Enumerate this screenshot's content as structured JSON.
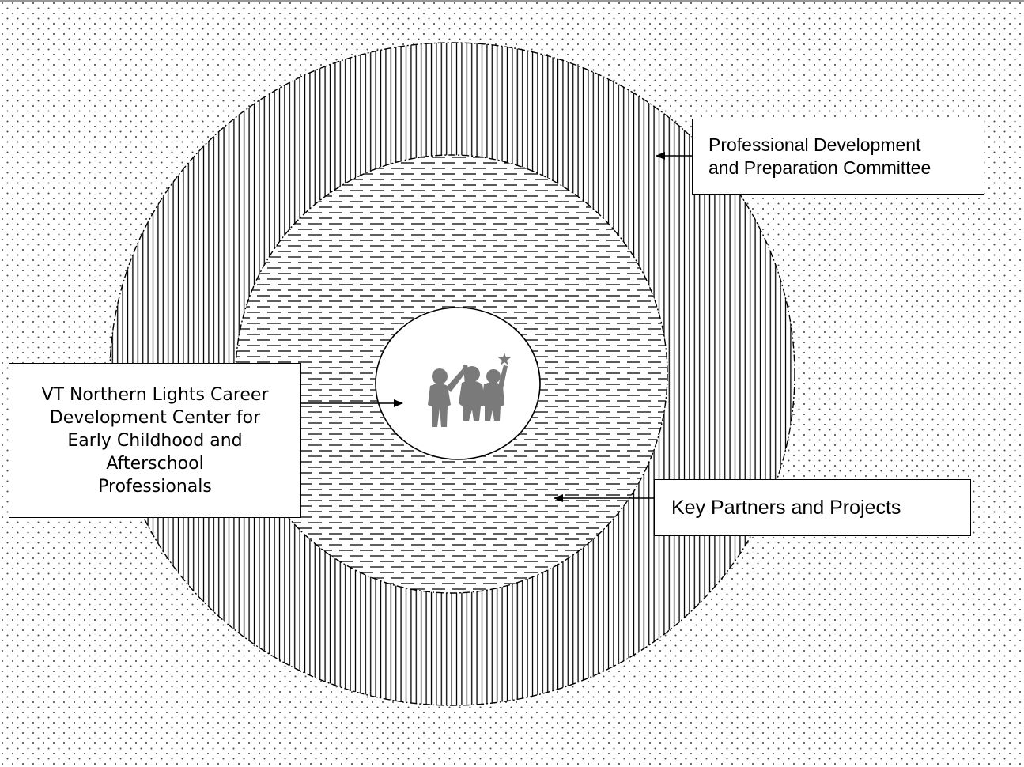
{
  "diagram": {
    "labels": {
      "committee": "Professional Development\nand Preparation Committee",
      "partners": "Key Partners and Projects",
      "center": "VT Northern Lights Career\nDevelopment Center for\nEarly Childhood and\nAfterschool\nProfessionals"
    },
    "center_icon": "children-reaching-for-star-icon",
    "colors": {
      "line": "#000000",
      "background_dots": "#444444",
      "icon": "#7a7a7a",
      "center_fill": "#ffffff"
    }
  }
}
